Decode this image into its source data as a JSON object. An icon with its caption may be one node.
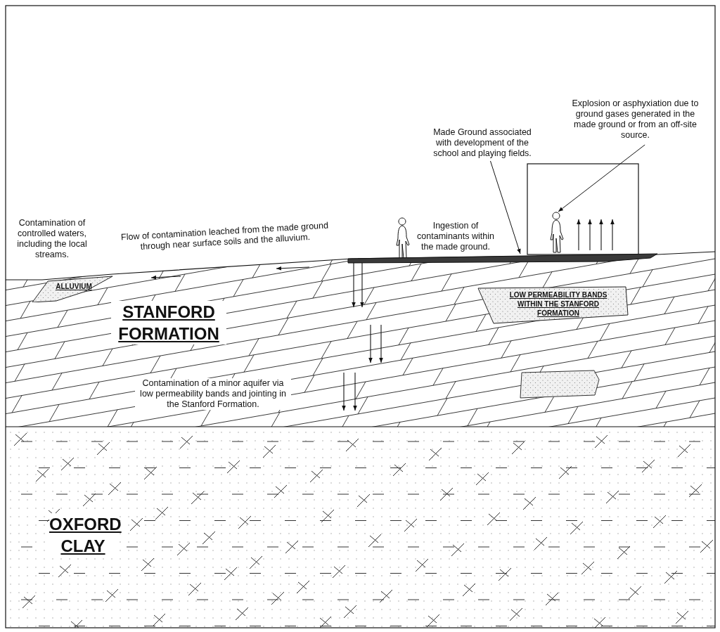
{
  "diagram": {
    "nodes": [
      {
        "text": [
          "Made Ground associated with development of the school and playing fields."
        ]
      },
      {
        "text": [],
        "shape": "bar"
      },
      {
        "text": [
          "Explosion or asphyxiation due to ground gases generated in the made ground or from an off-site source."
        ]
      },
      {
        "text": [],
        "shape": "person"
      },
      {
        "text": [
          "ALLUVIUM"
        ]
      },
      {
        "text": [
          "LOW PERMEABILITY BANDS WITHIN THE STANFORD FORMATION"
        ]
      }
    ],
    "edges": [
      {
        "from": 0,
        "to": 1,
        "arrow": "to"
      },
      {
        "from": 2,
        "to": 3,
        "arrow": "to"
      }
    ],
    "labels": [
      "Contamination of controlled waters, including the local streams.",
      "Flow of contamination leached from the made ground through near surface soils and the alluvium.",
      "Ingestion of contaminants within the made ground.",
      "STANFORD FORMATION",
      "Contamination of a minor aquifer via low permeability bands and jointing in the Stanford Formation.",
      "OXFORD CLAY"
    ]
  }
}
